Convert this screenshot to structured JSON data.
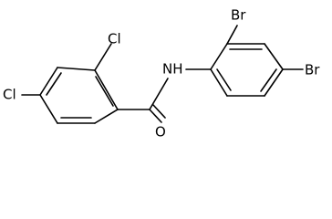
{
  "molecule": {
    "atoms": {
      "cl_ortho": "Cl",
      "cl_para": "Cl",
      "br_ortho": "Br",
      "br_para": "Br",
      "nh": "NH",
      "o": "O"
    },
    "colors": {
      "bond": "#000000",
      "label": "#000000",
      "background": "#ffffff"
    }
  }
}
